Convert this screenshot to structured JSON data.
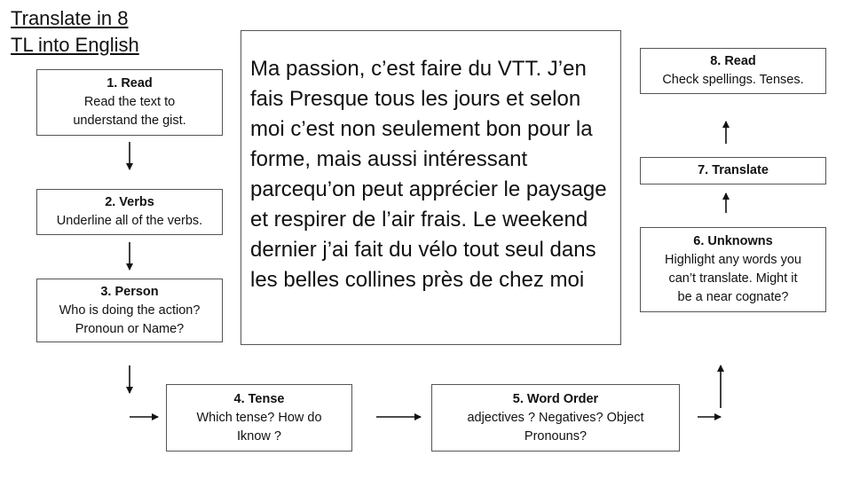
{
  "title": {
    "line1": "Translate in 8",
    "line2": "TL into English"
  },
  "steps": [
    {
      "heading": "1.  Read",
      "lines": [
        "Read the text to",
        "understand the gist."
      ]
    },
    {
      "heading": "2.  Verbs",
      "lines": [
        "Underline all of the verbs."
      ]
    },
    {
      "heading": "3.  Person",
      "lines": [
        "Who is doing the action?",
        "Pronoun or Name?"
      ]
    },
    {
      "heading": "4.  Tense",
      "lines": [
        "Which tense?  How do",
        "Iknow ?"
      ]
    },
    {
      "heading": "5.  Word Order",
      "lines": [
        "adjectives ?  Negatives?  Object",
        "Pronouns?"
      ]
    },
    {
      "heading": "6.  Unknowns",
      "lines": [
        "Highlight any words you",
        "can’t translate.  Might it",
        "be a near cognate?"
      ]
    },
    {
      "heading": "7.  Translate",
      "lines": []
    },
    {
      "heading": "8.  Read",
      "lines": [
        "Check spellings.  Tenses."
      ]
    }
  ],
  "passage": "Ma passion, c’est faire du VTT. J’en fais Presque tous les jours et selon moi c’est non seulement bon pour la forme, mais aussi intéressant parcequ’on peut apprécier le paysage et respirer de l’air frais. Le weekend dernier j’ai fait du vélo tout seul dans les belles collines près de chez moi"
}
